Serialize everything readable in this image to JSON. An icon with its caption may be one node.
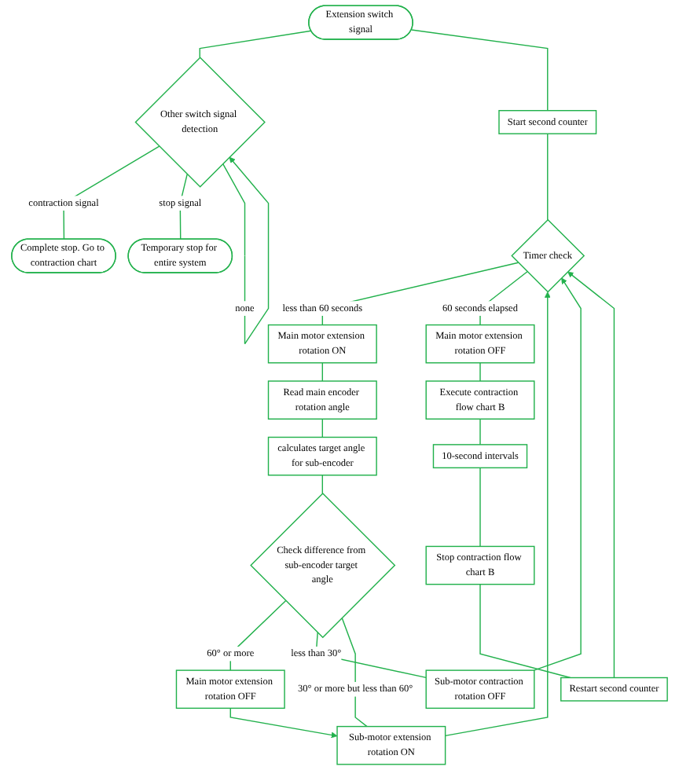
{
  "diagram": {
    "nodes": [
      {
        "text": [
          "Extension switch signal"
        ]
      },
      {
        "text": [
          "Other switch signal detection"
        ]
      },
      {
        "text": [
          "Start second counter"
        ]
      },
      {
        "text": [
          "Complete stop. Go to contraction chart"
        ]
      },
      {
        "text": [
          "Temporary stop for entire system"
        ]
      },
      {
        "text": [
          "Timer check"
        ]
      },
      {
        "text": [
          "Main motor extension rotation ON"
        ]
      },
      {
        "text": [
          "Main motor extension rotation OFF"
        ]
      },
      {
        "text": [
          "Read main encoder rotation angle"
        ]
      },
      {
        "text": [
          "Execute contraction flow chart B"
        ]
      },
      {
        "text": [
          "calculates target angle for sub-encoder"
        ]
      },
      {
        "text": [
          "10-second intervals"
        ]
      },
      {
        "text": [
          "Stop contraction flow chart B"
        ]
      },
      {
        "text": [
          "Check difference from sub-encoder target angle"
        ]
      },
      {
        "text": [
          "Restart second counter"
        ]
      },
      {
        "text": [
          "Main motor extension rotation OFF"
        ]
      },
      {
        "text": [
          "Sub-motor contraction rotation OFF"
        ]
      },
      {
        "text": [
          "Sub-motor extension rotation ON"
        ]
      }
    ],
    "edges": [
      {
        "from": 0,
        "to": 1,
        "arrow": "none"
      },
      {
        "from": 0,
        "to": 2,
        "arrow": "none"
      },
      {
        "from": 1,
        "to": 3,
        "arrow": "none",
        "label": "contraction signal"
      },
      {
        "from": 1,
        "to": 4,
        "arrow": "none",
        "label": "stop signal"
      },
      {
        "from": 1,
        "to": 1,
        "arrow": "to",
        "label": "none"
      },
      {
        "from": 2,
        "to": 5,
        "arrow": "none"
      },
      {
        "from": 5,
        "to": 6,
        "arrow": "none",
        "label": "less than 60 seconds"
      },
      {
        "from": 5,
        "to": 7,
        "arrow": "none",
        "label": "60 seconds elapsed"
      },
      {
        "from": 6,
        "to": 8,
        "arrow": "none"
      },
      {
        "from": 8,
        "to": 10,
        "arrow": "none"
      },
      {
        "from": 10,
        "to": 13,
        "arrow": "none"
      },
      {
        "from": 13,
        "to": 15,
        "arrow": "none",
        "label": "60° or more"
      },
      {
        "from": 13,
        "to": 16,
        "arrow": "none",
        "label": "less than 30°"
      },
      {
        "from": 13,
        "to": 17,
        "arrow": "none",
        "label": "30° or more but less than 60°"
      },
      {
        "from": 15,
        "to": 17,
        "arrow": "to"
      },
      {
        "from": 16,
        "to": 5,
        "arrow": "to"
      },
      {
        "from": 17,
        "to": 5,
        "arrow": "to"
      },
      {
        "from": 7,
        "to": 9,
        "arrow": "none"
      },
      {
        "from": 9,
        "to": 11,
        "arrow": "none"
      },
      {
        "from": 11,
        "to": 12,
        "arrow": "none"
      },
      {
        "from": 12,
        "to": 14,
        "arrow": "none"
      },
      {
        "from": 14,
        "to": 5,
        "arrow": "to"
      }
    ]
  }
}
